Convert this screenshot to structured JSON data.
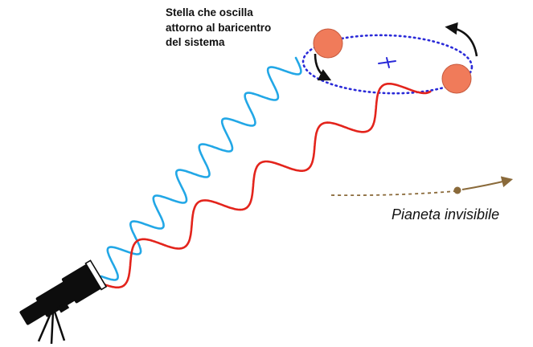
{
  "labels": {
    "star_line_1": "Stella che oscilla",
    "star_line_2": "attorno al baricentro",
    "star_line_3": "del sistema",
    "planet": "Pianeta invisibile"
  },
  "colors": {
    "background": "#ffffff",
    "star_fill": "#f07b5a",
    "star_stroke": "#c65a3e",
    "orbit": "#2a2ad8",
    "barycenter": "#2a2ad8",
    "blue_wave": "#22a7e6",
    "red_wave": "#e3241c",
    "planet_path": "#8a6a3a",
    "arrow": "#111111",
    "telescope": "#0d0d0d"
  },
  "icons": {
    "telescope": "telescope-icon",
    "star": "star-icon",
    "planet": "planet-icon",
    "barycenter": "barycenter-icon"
  }
}
